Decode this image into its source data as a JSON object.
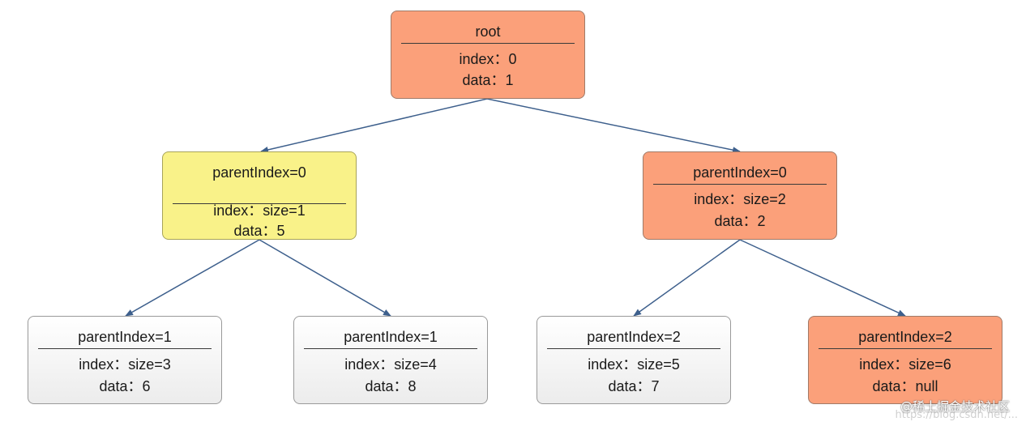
{
  "nodes": {
    "root": {
      "title": "root",
      "line1": "index：0",
      "line2": "data：1"
    },
    "left": {
      "title": "parentIndex=0",
      "line1": "index：size=1",
      "line2": "data：5"
    },
    "right": {
      "title": "parentIndex=0",
      "line1": "index：size=2",
      "line2": "data：2"
    },
    "ll": {
      "title": "parentIndex=1",
      "line1": "index：size=3",
      "line2": "data：6"
    },
    "lr": {
      "title": "parentIndex=1",
      "line1": "index：size=4",
      "line2": "data：8"
    },
    "rl": {
      "title": "parentIndex=2",
      "line1": "index：size=5",
      "line2": "data：7"
    },
    "rr": {
      "title": "parentIndex=2",
      "line1": "index：size=6",
      "line2": "data：null"
    }
  },
  "colors": {
    "orange": "#fba07a",
    "yellow": "#f9f289",
    "gray": "#f2f2f2",
    "arrow": "#3d5f8c"
  },
  "watermark": {
    "label": "@稀土掘金技术社区",
    "url": "https://blog.csdn.net/..."
  }
}
